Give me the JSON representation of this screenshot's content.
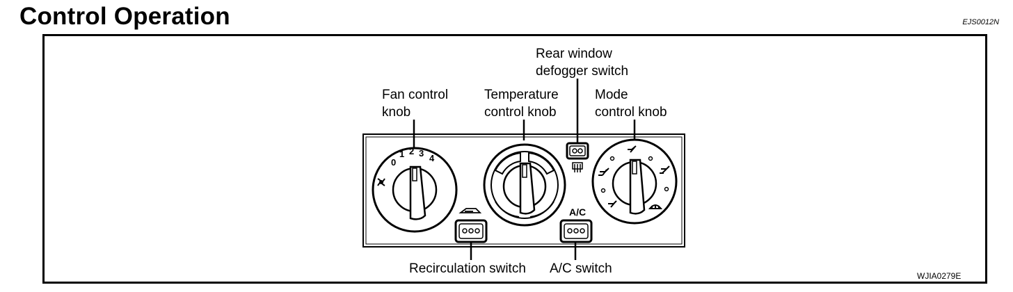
{
  "title": "Control Operation",
  "section_code": "EJS0012N",
  "figure_code": "WJIA0279E",
  "labels": {
    "rear_defogger": [
      "Rear window",
      "defogger switch"
    ],
    "fan_knob": [
      "Fan control",
      "knob"
    ],
    "temp_knob": [
      "Temperature",
      "control knob"
    ],
    "mode_knob": [
      "Mode",
      "control knob"
    ],
    "recirc_switch": "Recirculation switch",
    "ac_switch": "A/C switch"
  },
  "panel": {
    "fan_speeds": [
      "0",
      "1",
      "2",
      "3",
      "4"
    ],
    "ac_legend": "A/C"
  }
}
